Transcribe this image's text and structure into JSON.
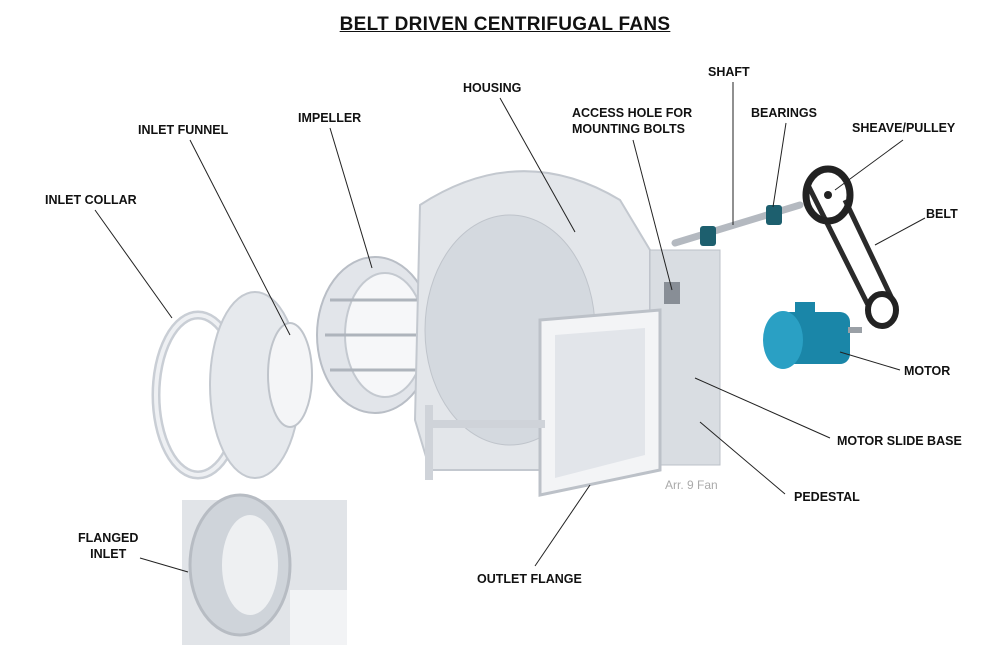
{
  "title": "BELT DRIVEN CENTRIFUGAL FANS",
  "labels": {
    "housing": "HOUSING",
    "inlet_funnel": "INLET FUNNEL",
    "impeller": "IMPELLER",
    "inlet_collar": "INLET COLLAR",
    "access_hole_1": "ACCESS HOLE FOR",
    "access_hole_2": "MOUNTING BOLTS",
    "shaft": "SHAFT",
    "bearings": "BEARINGS",
    "sheave": "SHEAVE/PULLEY",
    "belt": "BELT",
    "motor": "MOTOR",
    "motor_slide_base": "MOTOR SLIDE BASE",
    "pedestal": "PEDESTAL",
    "outlet_flange": "OUTLET FLANGE",
    "flanged_inlet_1": "FLANGED",
    "flanged_inlet_2": "INLET"
  },
  "arrangement_note": "Arr. 9 Fan",
  "colors": {
    "metal": "#dfe3e8",
    "motor": "#1f8fb0",
    "bearing": "#1d5f6e",
    "pulley": "#222222"
  }
}
